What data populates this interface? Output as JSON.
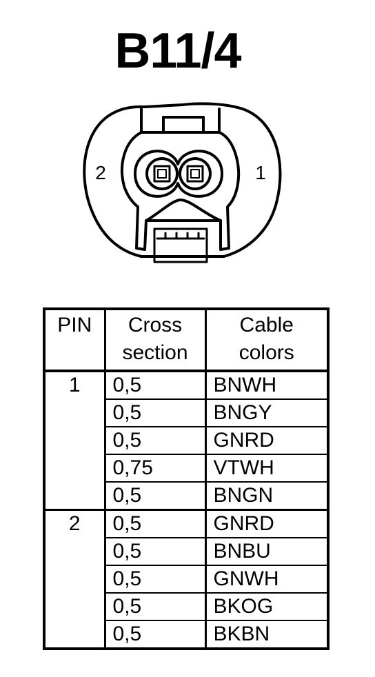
{
  "title": "B11/4",
  "connector": {
    "pin_left_label": "2",
    "pin_right_label": "1"
  },
  "table": {
    "headers": {
      "pin": "PIN",
      "cross_line1": "Cross",
      "cross_line2": "section",
      "color_line1": "Cable",
      "color_line2": "colors"
    },
    "groups": [
      {
        "pin": "1",
        "rows": [
          {
            "cross": "0,5",
            "color": "BNWH"
          },
          {
            "cross": "0,5",
            "color": "BNGY"
          },
          {
            "cross": "0,5",
            "color": "GNRD"
          },
          {
            "cross": "0,75",
            "color": "VTWH"
          },
          {
            "cross": "0,5",
            "color": "BNGN"
          }
        ]
      },
      {
        "pin": "2",
        "rows": [
          {
            "cross": "0,5",
            "color": "GNRD"
          },
          {
            "cross": "0,5",
            "color": "BNBU"
          },
          {
            "cross": "0,5",
            "color": "GNWH"
          },
          {
            "cross": "0,5",
            "color": "BKOG"
          },
          {
            "cross": "0,5",
            "color": "BKBN"
          }
        ]
      }
    ]
  }
}
